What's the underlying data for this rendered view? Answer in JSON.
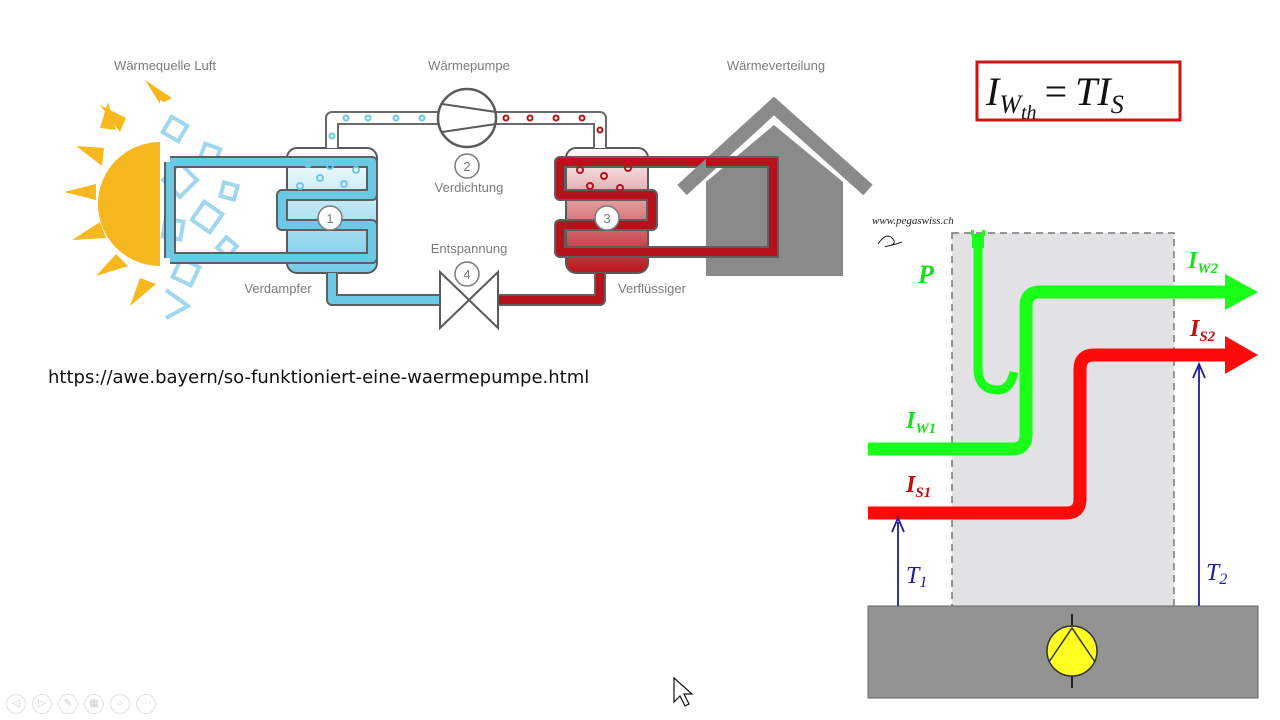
{
  "heat_pump": {
    "label_source": "Wärmequelle Luft",
    "label_pump": "Wärmepumpe",
    "label_distribution": "Wärmeverteilung",
    "step1_num": "1",
    "step2_num": "2",
    "step2_label": "Verdichtung",
    "step3_num": "3",
    "step4_num": "4",
    "step4_label": "Entspannung",
    "evaporator_label": "Verdampfer",
    "condenser_label": "Verflüssiger"
  },
  "source_url": "https://awe.bayern/so-funktioniert-eine-waermepumpe.html",
  "formula": {
    "lhs_main": "I",
    "lhs_sub1": "W",
    "lhs_sub2": "th",
    "equals": "=",
    "rhs_main": "TI",
    "rhs_sub": "S"
  },
  "flow_diagram": {
    "watermark": "www.pegaswiss.ch",
    "power_label": "P",
    "iw1_main": "I",
    "iw1_sub": "W1",
    "iw2_main": "I",
    "iw2_sub": "W2",
    "is1_main": "I",
    "is1_sub": "S1",
    "is2_main": "I",
    "is2_sub": "S2",
    "t1_main": "T",
    "t1_sub": "1",
    "t2_main": "T",
    "t2_sub": "2"
  },
  "toolbar": {
    "prev": "◁",
    "next": "▷",
    "pen": "✎",
    "slides": "▦",
    "zoom": "⌕",
    "more": "⋯"
  },
  "colors": {
    "cold_pipe": "#6cc9e6",
    "hot_pipe": "#b5121b",
    "sun": "#f7b81f",
    "house": "#8a8a8a",
    "green_flow": "#19ff19",
    "red_flow": "#ff0a0a",
    "frame_red": "#cc1616",
    "arrow_blue": "#1d1d9e"
  }
}
